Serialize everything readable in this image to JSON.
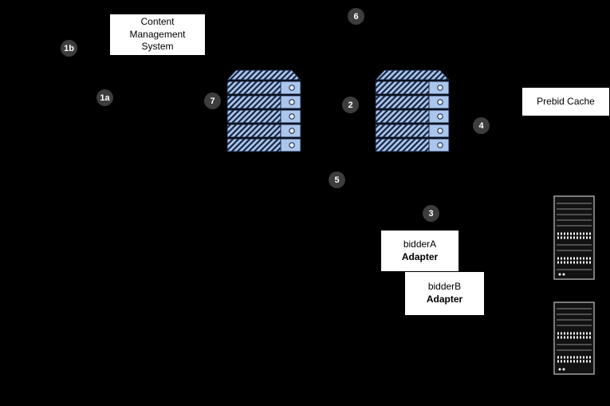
{
  "boxes": {
    "cms": {
      "label": "Content Management System"
    },
    "prebid_cache": {
      "label": "Prebid Cache"
    },
    "bidder_a": {
      "name": "bidderA",
      "type": "Adapter"
    },
    "bidder_b": {
      "name": "bidderB",
      "type": "Adapter"
    }
  },
  "badges": [
    {
      "label": "1b"
    },
    {
      "label": "1a"
    },
    {
      "label": "7"
    },
    {
      "label": "6"
    },
    {
      "label": "2"
    },
    {
      "label": "4"
    },
    {
      "label": "5"
    },
    {
      "label": "3"
    }
  ],
  "icons": {
    "server_stack_left": "server-stack-icon",
    "server_stack_right": "server-stack-icon",
    "rack_top": "server-rack-icon",
    "rack_bottom": "server-rack-icon"
  },
  "colors": {
    "background": "#000000",
    "box_fill": "#ffffff",
    "box_border": "#000000",
    "box_text": "#000000",
    "badge_fill": "#3d3d3d",
    "badge_text": "#ffffff",
    "server_fill": "#abc6ec",
    "server_stroke": "#16233f",
    "server_dot": "#e4ecf7",
    "rack_fill": "#121212",
    "rack_stroke": "#a0a0a0",
    "rack_slat": "#8c8c8c",
    "rack_vent": "#ffffff"
  }
}
